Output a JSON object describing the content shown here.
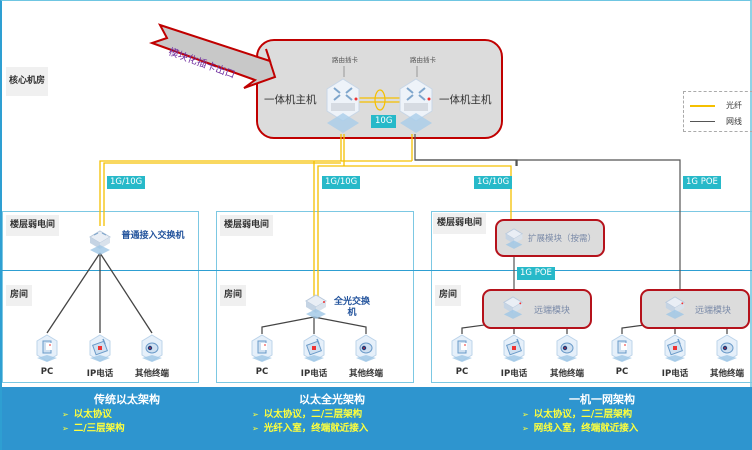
{
  "callout": {
    "text": "模块化插卡出口"
  },
  "core": {
    "zone_label": "核心机房",
    "host_left": "一体机主机",
    "host_right": "一体机主机",
    "card_left": "路由插卡",
    "card_right": "路由插卡",
    "link_badge": "10G"
  },
  "legend": {
    "items": [
      {
        "label": "光纤",
        "color": "#f5c000"
      },
      {
        "label": "网线",
        "color": "#555555"
      }
    ]
  },
  "links": {
    "col1": "1G/10G",
    "col2": "1G/10G",
    "col3": "1G/10G",
    "col3_poe": "1G  POE",
    "col3_module_poe": "1G  POE"
  },
  "columns": [
    {
      "floor_label": "楼层弱电间",
      "room_label": "房间",
      "switch_label": "普通接入交换机",
      "devices": [
        "PC",
        "IP电话",
        "其他终端"
      ]
    },
    {
      "floor_label": "楼层弱电间",
      "room_label": "房间",
      "switch_label": "全光交换机",
      "devices": [
        "PC",
        "IP电话",
        "其他终端"
      ]
    },
    {
      "floor_label": "楼层弱电间",
      "room_label": "房间",
      "expansion_module": "扩展模块（按需）",
      "remote_modules": [
        "远端模块",
        "远端模块"
      ],
      "devices": [
        "PC",
        "IP电话",
        "其他终端",
        "PC",
        "IP电话",
        "其他终端"
      ]
    }
  ],
  "footer": [
    {
      "title": "传统以太架构",
      "items": [
        "以太协议",
        "二/三层架构"
      ]
    },
    {
      "title": "以太全光架构",
      "items": [
        "以太协议，二/三层架构",
        "光纤入室，终端就近接入"
      ]
    },
    {
      "title": "一机一网架构",
      "items": [
        "以太协议，二/三层架构",
        "网线入室，终端就近接入"
      ]
    }
  ],
  "colors": {
    "fiber": "#f5c000",
    "copper": "#555555",
    "accent_badge": "#27b9c9",
    "highlight_border": "#c00000",
    "footer_bg": "#2e95cf",
    "footer_text": "#ffff3c"
  }
}
